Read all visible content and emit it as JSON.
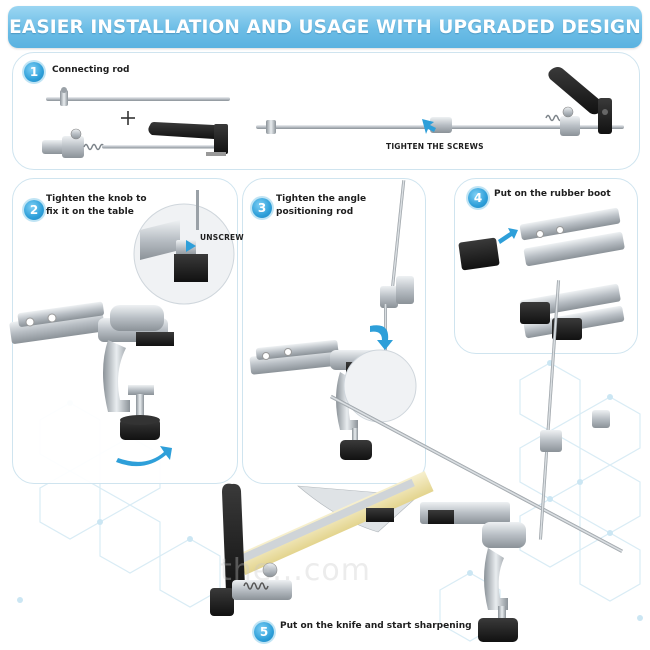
{
  "header": {
    "title": "EASIER INSTALLATION AND USAGE WITH UPGRADED DESIGN"
  },
  "steps": [
    {
      "number": "1",
      "label": "Connecting rod"
    },
    {
      "number": "2",
      "label_line1": "Tighten the knob to",
      "label_line2": "fix it on the table"
    },
    {
      "number": "3",
      "label_line1": "Tighten the angle",
      "label_line2": "positioning rod"
    },
    {
      "number": "4",
      "label": "Put on the rubber boot"
    },
    {
      "number": "5",
      "label": "Put on the knife and start sharpening"
    }
  ],
  "annotations": {
    "tighten_screws": "TIGHTEN THE SCREWS",
    "unscrew": "UNSCREW",
    "plus": "+"
  },
  "watermark": "the...com",
  "colors": {
    "banner": "#6cbde6",
    "accent_blue": "#2e9fd9",
    "panel_border": "#cfe4ef",
    "metal": "#b9bec3",
    "rubber": "#1c1c1c"
  }
}
